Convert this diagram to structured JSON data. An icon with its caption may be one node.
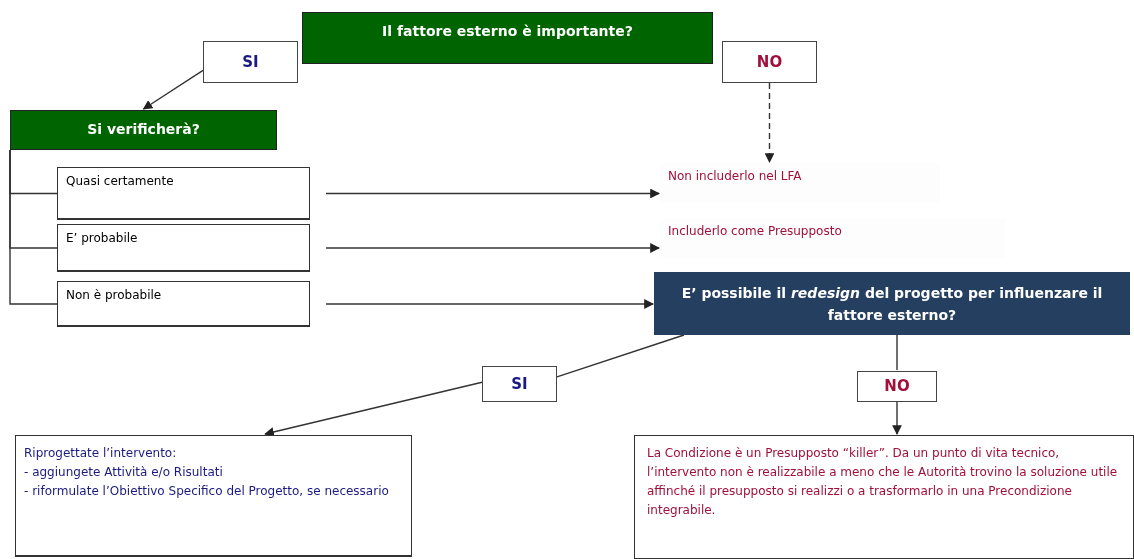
{
  "diagram": {
    "nodes": [
      {
        "text": [
          "Il fattore esterno è importante?"
        ]
      },
      {
        "text": [
          "SI"
        ]
      },
      {
        "text": [
          "NO"
        ]
      },
      {
        "text": [
          "Si verificherà?"
        ]
      },
      {
        "text": [
          "Quasi certamente"
        ]
      },
      {
        "text": [
          "E’ probabile"
        ]
      },
      {
        "text": [
          "Non è probabile"
        ]
      },
      {
        "text": [
          "Non includerlo nel LFA"
        ]
      },
      {
        "text": [
          "Includerlo come Presupposto"
        ]
      },
      {
        "text": [
          "E’ possibile il *redesign* del progetto per influenzare il fattore esterno?"
        ]
      },
      {
        "text": [
          "SI"
        ]
      },
      {
        "text": [
          "NO"
        ]
      },
      {
        "text": [
          "Riprogettate l’intervento:",
          "- aggiungete Attività e/o Risultati",
          "- riformulate l’Obiettivo Specifico del Progetto, se necessario"
        ]
      },
      {
        "text": [
          "La Condizione è un Presupposto “killer”. Da un punto di vita tecnico, l’intervento non è realizzabile a meno che le Autorità trovino la soluzione utile affinché il presupposto si realizzi o a trasformarlo in una Precondizione integrabile."
        ]
      }
    ],
    "edges": [
      {
        "from": 1,
        "to": 3,
        "arrow": "to"
      },
      {
        "from": 2,
        "to": 7,
        "arrow": "to",
        "style": "dashed"
      },
      {
        "from": 3,
        "to": 4,
        "arrow": "none"
      },
      {
        "from": 3,
        "to": 5,
        "arrow": "none"
      },
      {
        "from": 3,
        "to": 6,
        "arrow": "none"
      },
      {
        "from": 4,
        "to": 7,
        "arrow": "to"
      },
      {
        "from": 5,
        "to": 8,
        "arrow": "to"
      },
      {
        "from": 6,
        "to": 9,
        "arrow": "to"
      },
      {
        "from": 9,
        "to": 10,
        "arrow": "none"
      },
      {
        "from": 10,
        "to": 12,
        "arrow": "to"
      },
      {
        "from": 9,
        "to": 11,
        "arrow": "none"
      },
      {
        "from": 11,
        "to": 13,
        "arrow": "to"
      }
    ]
  }
}
